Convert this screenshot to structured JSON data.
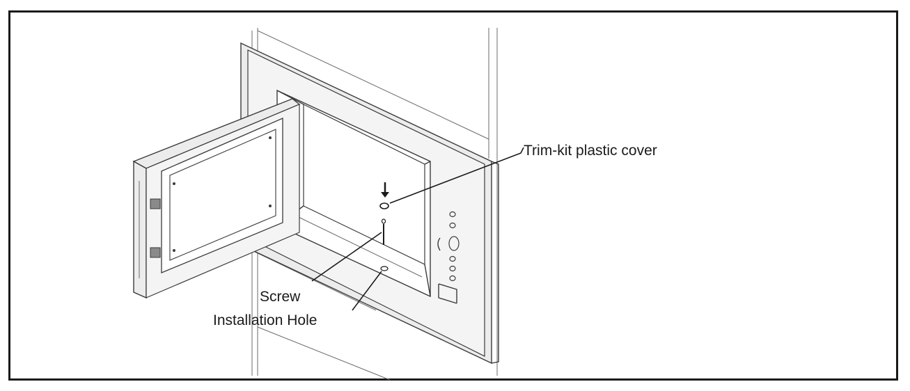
{
  "labels": {
    "trim_cover": "Trim-kit plastic cover",
    "screw": "Screw",
    "installation_hole": "Installation Hole"
  }
}
